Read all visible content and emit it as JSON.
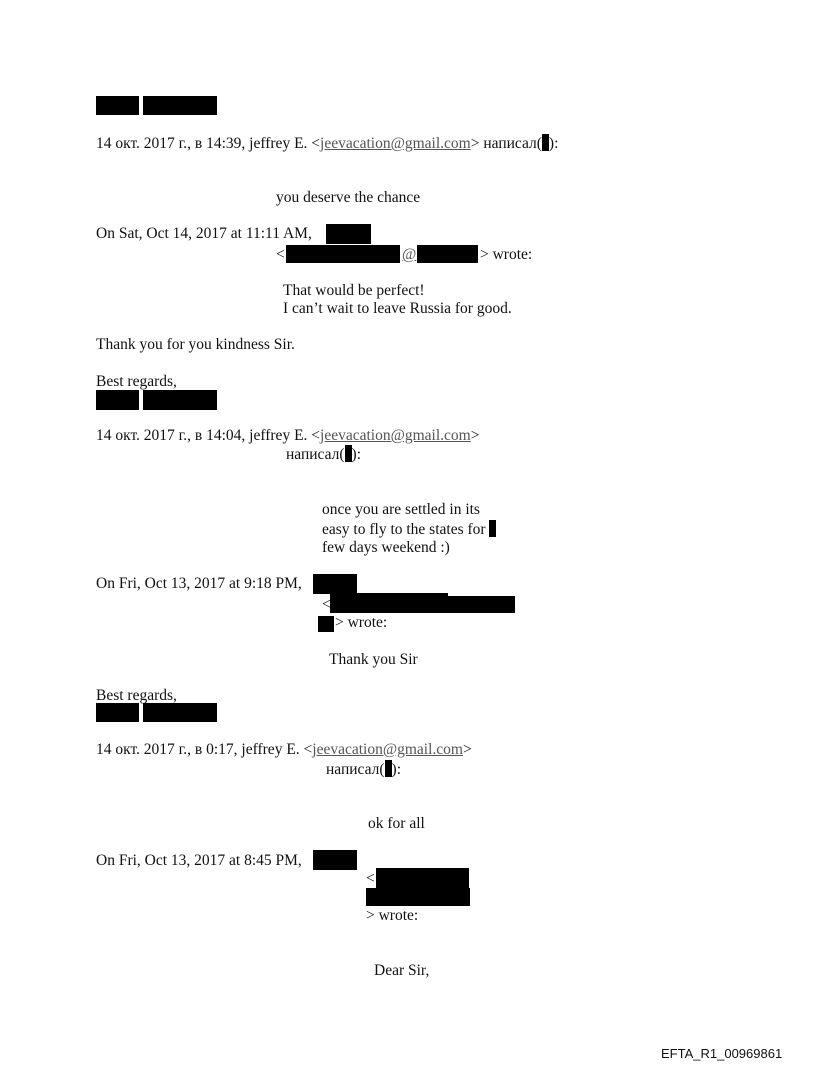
{
  "messages": {
    "m1_header_prefix": "14 окт. 2017 г., в 14:39, jeffrey E. <",
    "m1_email": "jeevacation@gmail.com",
    "m1_header_suffix_a": "> написал(",
    "m1_header_suffix_b": "):",
    "m1_body": "you deserve the chance",
    "m2_header": "On Sat, Oct 14, 2017 at 11:11 AM,",
    "m2_lt": "<",
    "m2_at": "@",
    "m2_wrote": "> wrote:",
    "m2_body_1": "That would be perfect!",
    "m2_body_2": "I can’t wait to leave Russia for good.",
    "m2_thanks": "Thank you for you kindness Sir.",
    "m2_regards": "Best regards,",
    "m3_header_prefix": "14 окт. 2017 г., в 14:04, jeffrey E. <",
    "m3_email": "jeevacation@gmail.com",
    "m3_header_gt": ">",
    "m3_wrote_a": "написал(",
    "m3_wrote_b": "):",
    "m3_body_1": "once you are settled in its",
    "m3_body_2": "easy to fly to the states for",
    "m3_body_3": "few days weekend :)",
    "m4_header": "On Fri, Oct 13, 2017 at 9:18 PM,",
    "m4_lt": "<",
    "m4_wrote": "> wrote:",
    "m4_body": "Thank you Sir",
    "m4_regards": "Best regards,",
    "m5_header_prefix": "14 окт. 2017 г., в 0:17, jeffrey E. <",
    "m5_email": "jeevacation@gmail.com",
    "m5_header_gt": ">",
    "m5_wrote_a": "написал(",
    "m5_wrote_b": "):",
    "m5_body": "ok for all",
    "m6_header": "On Fri, Oct 13, 2017 at 8:45 PM,",
    "m6_lt": "<",
    "m6_wrote": "> wrote:",
    "m6_body": "Dear Sir,"
  },
  "footer": {
    "doc_id": "EFTA_R1_00969861"
  }
}
